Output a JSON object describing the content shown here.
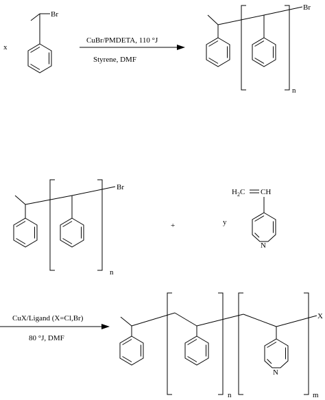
{
  "scheme1": {
    "coefficient": "x",
    "bromine": "Br",
    "conditions_above": "CuBr/PMDETA, 110 °J",
    "conditions_below": "Styrene, DMF",
    "product_end": "Br",
    "repeat_index": "n"
  },
  "scheme2": {
    "reactant_end": "Br",
    "reactant_repeat_index": "n",
    "plus": "+",
    "coefficient": "y",
    "vinyl_h2c": "H",
    "vinyl_h2c_sub": "2",
    "vinyl_c": "C",
    "vinyl_ch": "CH",
    "nitrogen": "N"
  },
  "scheme3": {
    "conditions_above": "CuX/Ligand (X=Cl,Br)",
    "conditions_below": "80 °J, DMF",
    "end_group": "X",
    "repeat_index_n": "n",
    "repeat_index_m": "m",
    "nitrogen": "N"
  }
}
